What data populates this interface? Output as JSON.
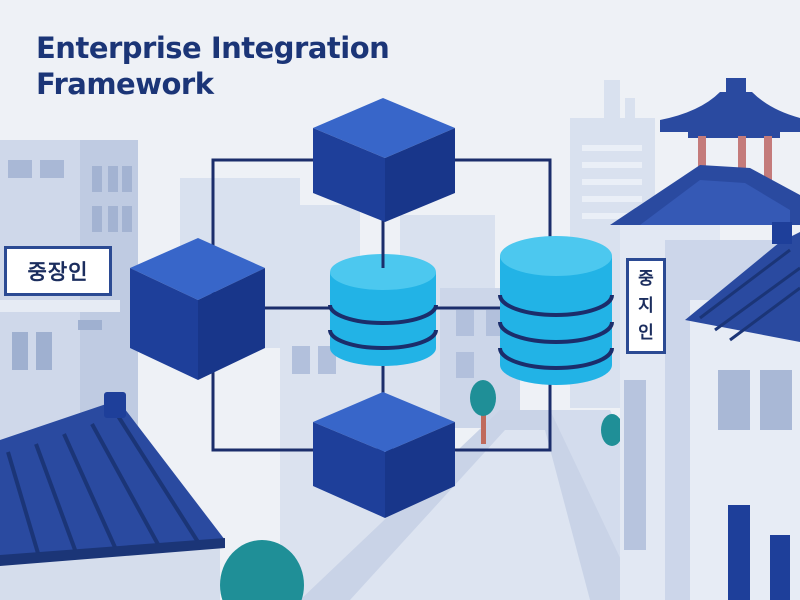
{
  "title": {
    "line1": "Enterprise Integration",
    "line2": "Framework"
  },
  "signs": {
    "left": "중장인",
    "right": [
      "중",
      "지",
      "인"
    ]
  },
  "colors": {
    "background": "#eef1f6",
    "title": "#1b3577",
    "cube_front": "#1e3f9a",
    "cube_top": "#3866c9",
    "cylinder": "#22b3e6",
    "roof": "#2a4aa0",
    "tree": "#1f8f97",
    "pavilion_pillar": "#c47b7b"
  },
  "icons": [
    "integration-cube-icon",
    "database-cylinder-icon"
  ]
}
